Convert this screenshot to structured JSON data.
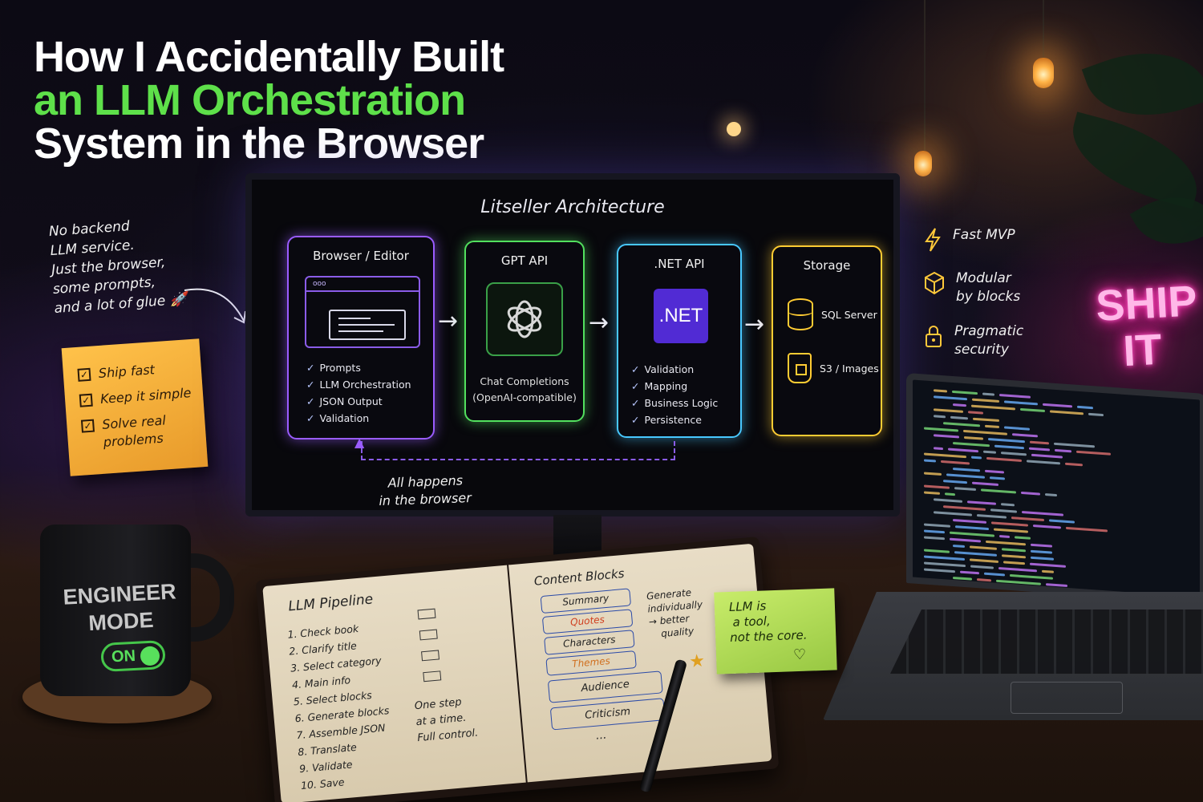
{
  "headline": {
    "line1": "How I Accidentally Built",
    "line2_accent": "an LLM Orchestration",
    "line3": "System in the Browser"
  },
  "diagram": {
    "title": "Litseller Architecture",
    "browser": {
      "title": "Browser / Editor",
      "window_dots": "ooo",
      "items": [
        "Prompts",
        "LLM Orchestration",
        "JSON Output",
        "Validation"
      ]
    },
    "gpt": {
      "title": "GPT API",
      "subtitle_line1": "Chat Completions",
      "subtitle_line2": "(OpenAI-compatible)"
    },
    "net": {
      "title": ".NET API",
      "logo_text": ".NET",
      "items": [
        "Validation",
        "Mapping",
        "Business Logic",
        "Persistence"
      ]
    },
    "storage": {
      "title": "Storage",
      "items": [
        "SQL Server",
        "S3 / Images"
      ]
    },
    "arrow_glyph": "→",
    "check_glyph": "✓",
    "loop_note_line1": "All happens",
    "loop_note_line2": "in the browser"
  },
  "left_note": {
    "lines": [
      "No backend",
      "LLM service.",
      "Just the browser,",
      "some prompts,",
      "and a lot of glue"
    ],
    "emoji": "🚀"
  },
  "sticky_orange": {
    "items": [
      "Ship fast",
      "Keep it simple",
      "Solve real problems"
    ]
  },
  "features": [
    {
      "icon": "lightning-icon",
      "line1": "Fast MVP",
      "line2": ""
    },
    {
      "icon": "cube-icon",
      "line1": "Modular",
      "line2": "by blocks"
    },
    {
      "icon": "lock-icon",
      "line1": "Pragmatic",
      "line2": "security"
    }
  ],
  "neon": {
    "line1": "SHIP",
    "line2": "IT"
  },
  "mug": {
    "line1": "ENGINEER",
    "line2": "MODE",
    "toggle": "ON"
  },
  "notebook": {
    "left": {
      "title": "LLM Pipeline",
      "steps": [
        "1. Check book",
        "2. Clarify title",
        "3. Select category",
        "4. Main info",
        "5. Select blocks",
        "6. Generate blocks",
        "7. Assemble JSON",
        "8. Translate",
        "9. Validate",
        "10. Save"
      ],
      "footer": [
        "One step",
        "at a time.",
        "Full control."
      ]
    },
    "right": {
      "title": "Content Blocks",
      "blocks": [
        "Summary",
        "Quotes",
        "Characters",
        "Themes",
        "Audience",
        "Criticism"
      ],
      "ellipsis": "...",
      "side_note": [
        "Generate",
        "individually",
        "→ better",
        "quality"
      ]
    }
  },
  "sticky_green": {
    "lines": [
      "LLM is",
      "a tool,",
      "not the core."
    ],
    "heart": "♡"
  },
  "colors": {
    "accent_green": "#5ee04a",
    "browser_purple": "#9a5cff",
    "gpt_green": "#52e05e",
    "net_cyan": "#48c8ff",
    "storage_yellow": "#ffcc33",
    "net_logo": "#512bd4",
    "neon_pink": "#ff2aa8"
  }
}
